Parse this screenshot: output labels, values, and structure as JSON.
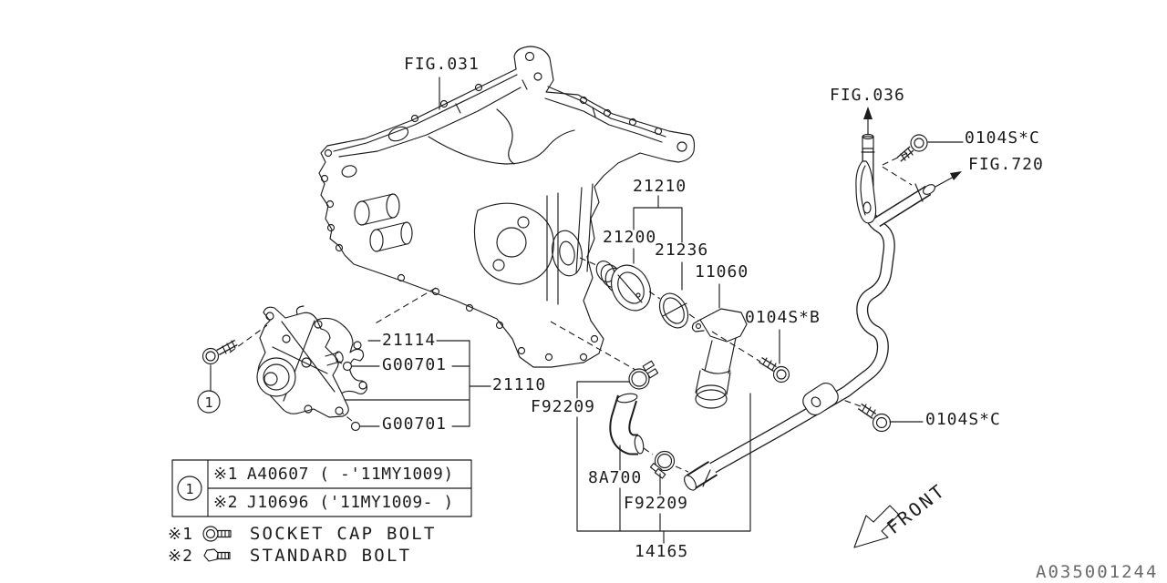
{
  "diagram": {
    "code": "A035001244",
    "front_label": "FRONT",
    "callout1": "1",
    "labels": {
      "fig031": "FIG.031",
      "fig036": "FIG.036",
      "fig720": "FIG.720",
      "p21210": "21210",
      "p21200": "21200",
      "p21236": "21236",
      "p11060": "11060",
      "boltB": "0104S*B",
      "boltCtop": "0104S*C",
      "boltCbot": "0104S*C",
      "p21114": "21114",
      "g00701a": "G00701",
      "g00701b": "G00701",
      "p21110": "21110",
      "f92209a": "F92209",
      "p8a700": "8A700",
      "f92209b": "F92209",
      "p14165": "14165"
    }
  },
  "legend": {
    "callout": "1",
    "rows": [
      {
        "ref": "※1",
        "text": "A40607 ( -'11MY1009)"
      },
      {
        "ref": "※2",
        "text": "J10696 ('11MY1009- )"
      }
    ],
    "notes": [
      {
        "ref": "※1",
        "icon": "socket-cap-bolt-icon",
        "label": "SOCKET CAP BOLT"
      },
      {
        "ref": "※2",
        "icon": "standard-bolt-icon",
        "label": "STANDARD BOLT"
      }
    ]
  },
  "colors": {
    "line": "#1c1c1c",
    "background": "#ffffff",
    "id_text": "#6a6a6a"
  }
}
